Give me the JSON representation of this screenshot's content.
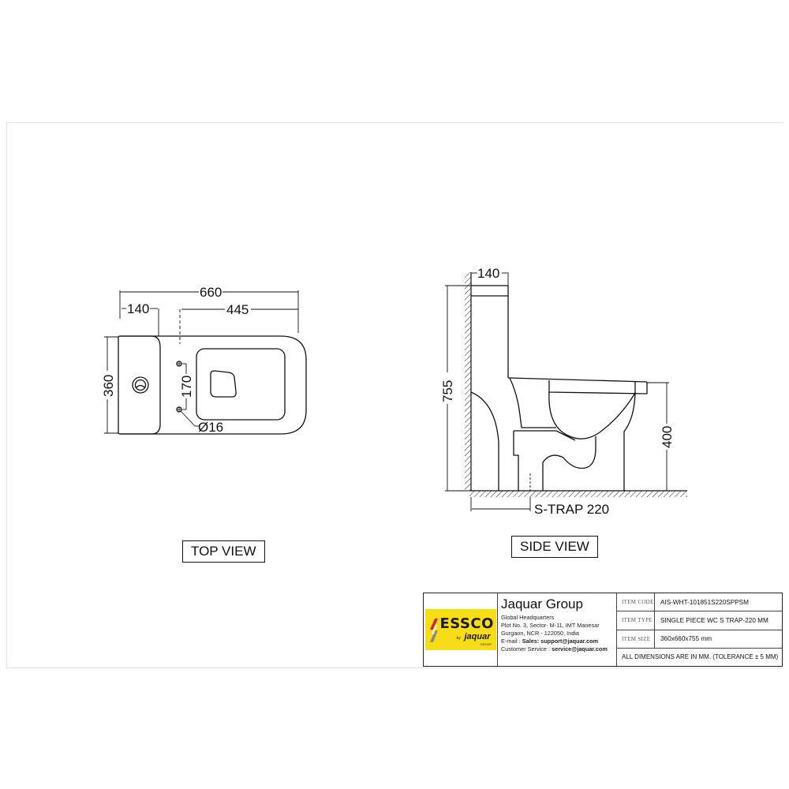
{
  "drawing": {
    "top_view": {
      "label": "TOP VIEW",
      "dimensions": {
        "overall_length": "660",
        "tank_depth": "140",
        "bowl_length": "445",
        "width": "360",
        "fixing_hole_spacing": "170",
        "fixing_hole_diameter": "Ø16"
      }
    },
    "side_view": {
      "label": "SIDE VIEW",
      "dimensions": {
        "tank_depth": "140",
        "overall_height": "755",
        "seat_height": "400",
        "trap": "S-TRAP 220"
      }
    }
  },
  "title_block": {
    "logo": {
      "brand": "ESSCO",
      "by": "by",
      "parent": "jaquar",
      "parent_sub": "GROUP",
      "colors": {
        "background": "#f7dc16",
        "stripe_red": "#d2262b",
        "stripe_gray": "#8a8a8a"
      }
    },
    "company": {
      "name": "Jaquar Group",
      "lines": [
        "Global Headquarters",
        "Plot No. 3, Sector- M-11, IMT Manesar",
        "Gurgaon, NCR - 122050, India"
      ],
      "email_label": "E-mail : ",
      "email_value": "Sales: support@jaquar.com",
      "service_label": "Customer Service : ",
      "service_value": "service@jaquar.com"
    },
    "items": [
      {
        "key": "ITEM CODE",
        "value": "AIS-WHT-101851S220SPPSM"
      },
      {
        "key": "ITEM TYPE",
        "value": "SINGLE PIECE WC S TRAP-220 MM"
      },
      {
        "key": "ITEM SIZE",
        "value": "360x660x755 mm"
      }
    ],
    "note": "ALL DIMENSIONS ARE IN MM. (TOLERANCE ± 5 MM)"
  }
}
